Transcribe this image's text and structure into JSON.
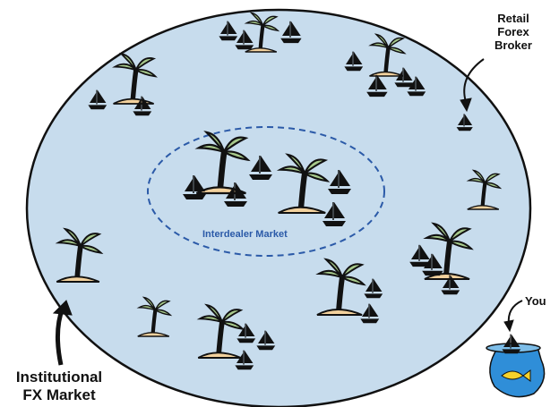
{
  "labels": {
    "retail_broker": [
      "Retail",
      "Forex",
      "Broker"
    ],
    "you": "You",
    "institutional_market": [
      "Institutional",
      "FX Market"
    ],
    "interdealer_market": "Interdealer Market"
  },
  "colors": {
    "ocean": "#c7dced",
    "ocean_outline": "#111111",
    "interdealer_outline": "#2b5aa8",
    "sand": "#f2d19d",
    "palm_leaf": "#a7c98b",
    "fish": "#f5d22c",
    "water_bowl": "#2f8ed8",
    "boat": "#111111"
  },
  "icons": [
    "palm-island-icon",
    "sailboat-icon",
    "fishbowl-icon",
    "arrow-icon"
  ]
}
